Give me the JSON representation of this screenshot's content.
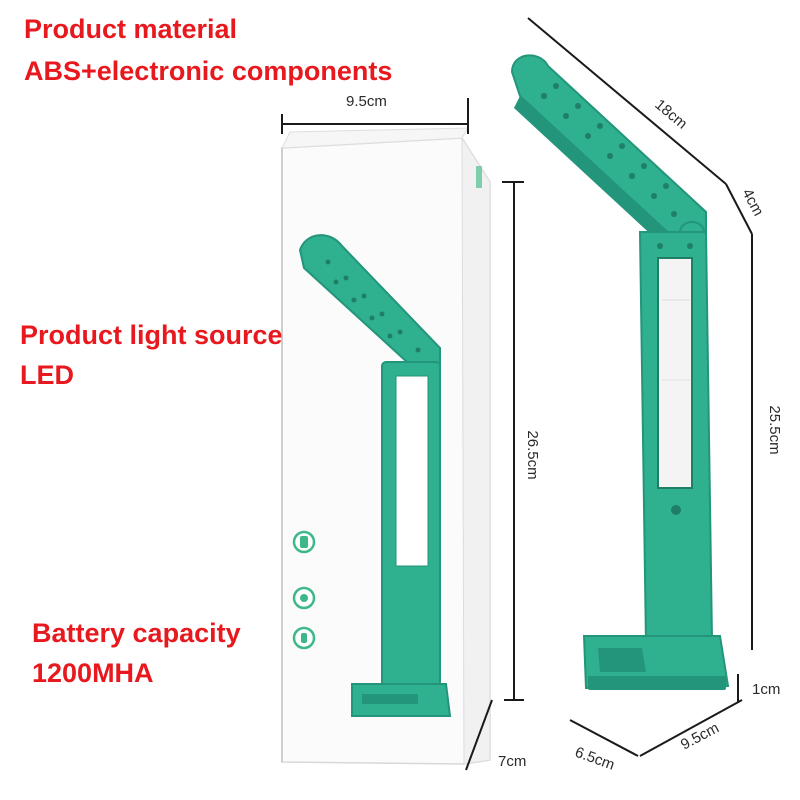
{
  "specs": {
    "material_label": "Product material",
    "material_value": "ABS+electronic components",
    "light_source_label": "Product light source",
    "light_source_value": "LED",
    "battery_label": "Battery capacity",
    "battery_value": "1200MHA"
  },
  "dimensions": {
    "box_width": "9.5cm",
    "box_height": "26.5cm",
    "box_depth": "7cm",
    "head_length": "18cm",
    "head_joint": "4cm",
    "arm_height": "25.5cm",
    "base_height": "1cm",
    "base_width": "9.5cm",
    "base_depth": "6.5cm"
  },
  "colors": {
    "text_accent": "#e8191e",
    "lamp_body": "#2fb08f",
    "lamp_dark": "#23957a"
  }
}
